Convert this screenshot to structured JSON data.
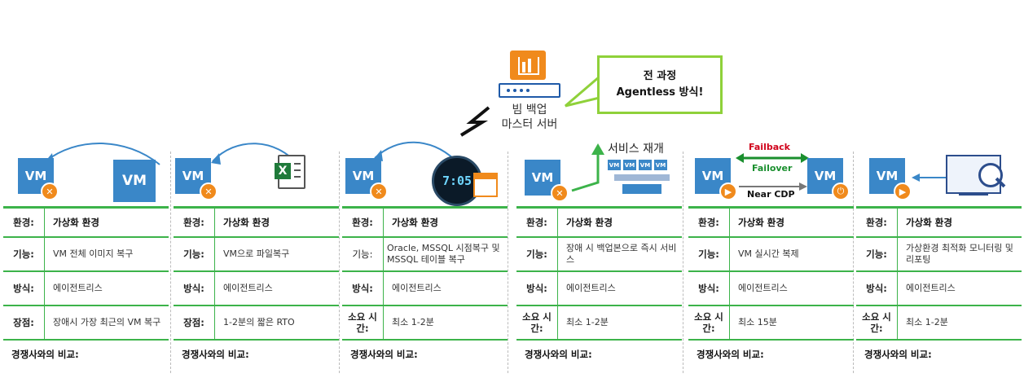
{
  "server": {
    "label_line1": "빔 백업",
    "label_line2": "마스터 서버"
  },
  "callout": {
    "line1": "전 과정",
    "line2": "Agentless 방식!"
  },
  "vm_label": "VM",
  "service_title": "서비스 재개",
  "failback": "Failback",
  "failover": "Failover",
  "near_cdp": "Near CDP",
  "clock_text": "7:05",
  "colors": {
    "vm": "#3a87c8",
    "accent": "#f08a1c",
    "table_line": "#3cb34a",
    "callout_border": "#8fd13a",
    "failback": "#d0021b",
    "failover": "#1a8f2e"
  },
  "panels": [
    {
      "rows": [
        {
          "key": "환경:",
          "val": "가상화 환경"
        },
        {
          "key": "기능:",
          "val": "VM 전체 이미지 복구"
        },
        {
          "key": "방식:",
          "val": "에이전트리스"
        },
        {
          "key": "장점:",
          "val": "장애시 가장 최근의 VM 복구"
        }
      ],
      "compare": "경쟁사와의 비교:"
    },
    {
      "rows": [
        {
          "key": "환경:",
          "val": "가상화 환경"
        },
        {
          "key": "기능:",
          "val": "VM으로 파일복구"
        },
        {
          "key": "방식:",
          "val": "에이전트리스"
        },
        {
          "key": "장점:",
          "val": "1-2분의 짧은 RTO"
        }
      ],
      "compare": "경쟁사와의 비교:"
    },
    {
      "rows": [
        {
          "key": "환경:",
          "val": "가상화 환경"
        },
        {
          "key": "기능:",
          "val": "Oracle, MSSQL 시점복구 및 MSSQL 테이블 복구"
        },
        {
          "key": "방식:",
          "val": "에이전트리스"
        },
        {
          "key": "소요 시간:",
          "val": "최소 1-2분"
        }
      ],
      "compare": "경쟁사와의 비교:"
    },
    {
      "rows": [
        {
          "key": "환경:",
          "val": "가상화 환경"
        },
        {
          "key": "기능:",
          "val": "장애 시 백업본으로 즉시 서비스"
        },
        {
          "key": "방식:",
          "val": "에이전트리스"
        },
        {
          "key": "소요 시간:",
          "val": "최소 1-2분"
        }
      ],
      "compare": "경쟁사와의 비교:"
    },
    {
      "rows": [
        {
          "key": "환경:",
          "val": "가상화 환경"
        },
        {
          "key": "기능:",
          "val": "VM 실시간 복제"
        },
        {
          "key": "방식:",
          "val": "에이전트리스"
        },
        {
          "key": "소요 시간:",
          "val": "최소 15분"
        }
      ],
      "compare": "경쟁사와의 비교:"
    },
    {
      "rows": [
        {
          "key": "환경:",
          "val": "가상화 환경"
        },
        {
          "key": "기능:",
          "val": "가상환경 최적화 모니터링 및 리포팅"
        },
        {
          "key": "방식:",
          "val": "에이전트리스"
        },
        {
          "key": "소요 시간:",
          "val": "최소 1-2분"
        }
      ],
      "compare": "경쟁사와의 비교:"
    }
  ]
}
